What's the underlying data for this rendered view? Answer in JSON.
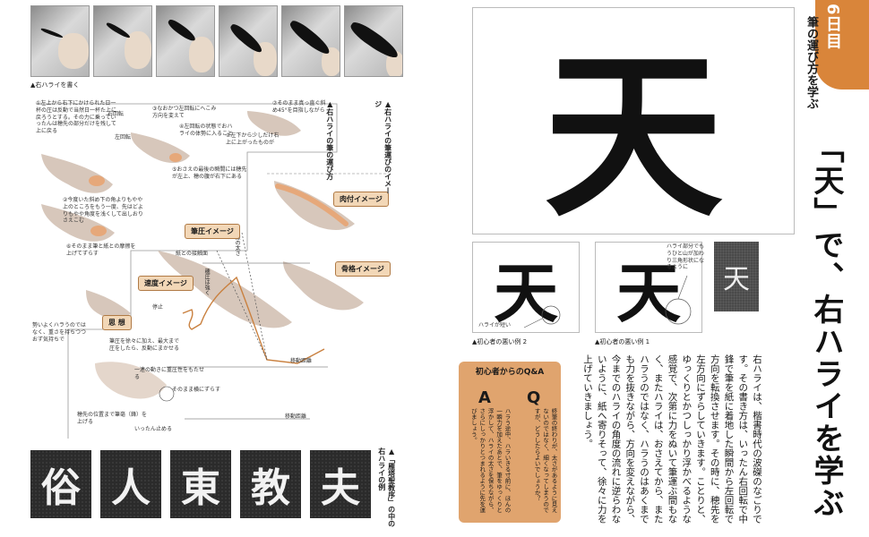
{
  "left_page": {
    "photo_strip_caption": "▲右ハライを書く",
    "diagram_title": "▲右ハライの筆の運び方",
    "diagram_title_right": "▲右ハライの筆運びのイメージ",
    "notes": {
      "n1": "①左上から右下にかけられた日一杯の圧は反動で当然日一杯た上に戻ろうとする。その力に乗っていったんは穂先の部分だけを残して上に戻る",
      "n2": "②今度いた斜め下の角よりもやや上のところをもう一度、先はどよりもやや角度を浅くして出しおりさえこむ",
      "n3": "③なおかつ左回転にへこみ方向を変えて",
      "n4": "④左回転の状態でおハライの体勢に入ること",
      "n5": "⑤おさえの最後の瞬間には穂先が左上、穂の腹が右下にある",
      "n6": "⑥そのまま筆と紙との摩擦を上げてずらす",
      "n7": "⑦そのまま真っ直ぐ斜め45°を目指しながら",
      "n8": "①左下から少しだけ右上に上がったものが",
      "n9": "勢いよくハラうのではなく、重さを持ちつつおず気持ちで",
      "n10": "筆圧を徐々に加え、最大まで圧をしたら、反動にまかせる",
      "n11": "一連の動きに重圧性をもたせる",
      "n12": "そのまま横にずらす",
      "n13": "穂先の位置まで筆毫（鋒）を上げる",
      "n14": "いったん止める",
      "n15": "紙との接触面",
      "n16": "停止",
      "n17": "移動距離",
      "n18": "移動距離",
      "n19": "線の太さ",
      "n20": "穂圧は強く",
      "n21": "右回転",
      "n22": "左回転"
    },
    "tags": {
      "niku": "肉付イメージ",
      "kokkaku": "骨格イメージ",
      "hitsuatsu": "筆圧イメージ",
      "sokudo": "速度イメージ",
      "shiso": "思 想"
    },
    "rubbing_chars": [
      "俗",
      "人",
      "東",
      "教",
      "夫"
    ],
    "rubbing_caption": "▲「雁塔聖教序」の中の右ハライの例"
  },
  "right_page": {
    "big_char": "天",
    "small_char_1": "天",
    "small_char_2": "天",
    "stone_char": "天",
    "caption_bad1": "▲初心者の悪い例 1",
    "caption_bad2": "▲初心者の悪い例 2",
    "callout_short": "ハライが短い",
    "callout_long": "ハライ部分でもうひと山が加わり三角形状になるように",
    "qa": {
      "title": "初心者からのQ&A",
      "a_label": "A",
      "q_label": "Q",
      "q_text": "終筆の終わりが、太さがあるように見えないのではなく、細くなってしまうのですが、どうしたらよいでしょうか？",
      "a_text": "ハラう途中、ハラいきる寸前に、ほんの一瞬力を加えたあとで、筆をゆっくりと浮かして、ハライの太さを保ちながら、さらにしっかりとつまれるように先を運びましょう。"
    },
    "body_text": "右ハライは、楷書時代の波磔のなごりです。その書き方は、いったん右回転で中鋒で筆を紙に着地した瞬間から左回転で方向を転換させます。その時に、穂先を左方向にずらしていきます。ことりと、ゆっくりとかつしっかり浮かべるような感覚で、次第に力をぬいて筆運ぶ間もなく、またハライは、おさえてから、またハラうのではなく、ハラうのはあくまでも力を抜きながら、方向を変えながら、今までのハライの角度の流れに逆らわないように、紙へ寄りそって、徐々に力を上げていきましょう。",
    "day_badge": "6日目",
    "heading_sub": "筆の運び方を学ぶ",
    "heading_main": "「天」で、右ハライを学ぶ"
  },
  "colors": {
    "accent_orange": "#d9853a",
    "tag_bg": "#f2d7b7",
    "brush_line": "#c9803f",
    "qa_bg": "#e0a46e"
  }
}
